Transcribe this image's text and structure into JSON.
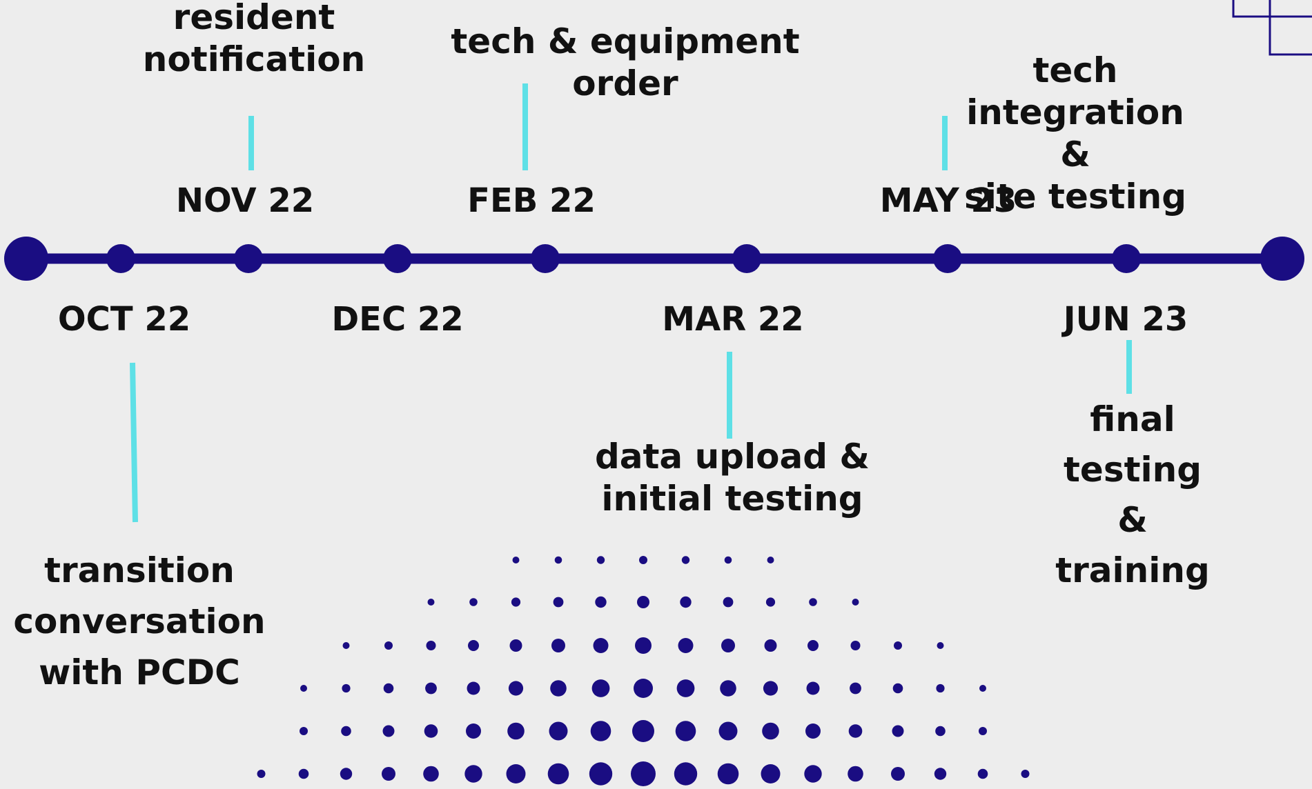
{
  "colors": {
    "background": "#ededed",
    "timeline": "#1a0d82",
    "connector": "#5ee0e6",
    "text": "#111111"
  },
  "dates": {
    "oct22": "OCT 22",
    "nov22": "NOV 22",
    "dec22": "DEC 22",
    "feb22": "FEB 22",
    "mar22": "MAR 22",
    "may23": "MAY 23",
    "jun23": "JUN 23"
  },
  "milestones": {
    "oct22": "transition\nconversation\nwith PCDC",
    "nov22": "resident\nnotification",
    "feb22": "tech & equipment\norder",
    "mar22": "data upload &\ninitial testing",
    "may23": "tech integration &\nsite testing",
    "jun23": "final testing &\ntraining"
  },
  "decorations": {
    "corner_shape": "square-outline",
    "halftone": "dot-pattern"
  }
}
